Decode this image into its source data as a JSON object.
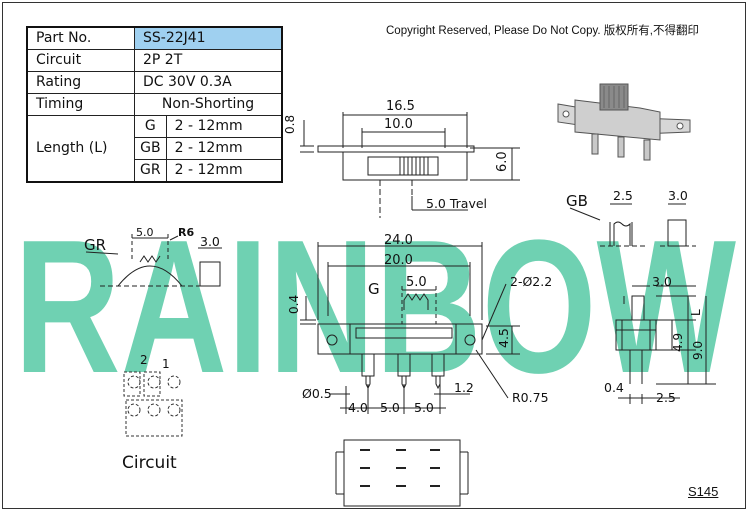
{
  "copyright": "Copyright Reserved, Please Do Not Copy. 版权所有,不得翻印",
  "watermark": "RAINBOW",
  "footer_code": "S145",
  "spec_table": {
    "part_no_label": "Part No.",
    "part_no_value": "SS-22J41",
    "circuit_label": "Circuit",
    "circuit_value": "2P 2T",
    "rating_label": "Rating",
    "rating_value": "DC 30V 0.3A",
    "timing_label": "Timing",
    "timing_value": "Non-Shorting",
    "length_label": "Length (L)",
    "length_rows": [
      {
        "code": "G",
        "range": "2 - 12mm"
      },
      {
        "code": "GB",
        "range": "2 - 12mm"
      },
      {
        "code": "GR",
        "range": "2 - 12mm"
      }
    ]
  },
  "dimensions": {
    "top_view_overall": "16.5",
    "top_view_inner": "10.0",
    "top_view_thickness": "0.8",
    "top_view_height": "6.0",
    "travel": "5.0 Travel",
    "gb_label": "GB",
    "gb_width": "2.5",
    "gb_height": "3.0",
    "gr_label": "GR",
    "gr_width": "5.0",
    "gr_radius": "R6",
    "gr_height": "3.0",
    "front_overall": "24.0",
    "front_inner": "20.0",
    "front_actuator": "5.0",
    "front_label_g": "G",
    "front_thickness": "0.4",
    "front_holes": "2-Ø2.2",
    "front_height": "4.5",
    "pin_dia": "Ø0.5",
    "pin_pitch_1": "4.0",
    "pin_pitch_2": "5.0",
    "pin_pitch_3": "5.0",
    "pin_width": "1.2",
    "radius": "R0.75",
    "side_top": "3.0",
    "side_l": "L",
    "side_body": "4.9",
    "side_total": "9.0",
    "side_pin": "0.4",
    "side_pitch": "2.5",
    "circuit_caption": "Circuit",
    "circuit_pole_2": "2",
    "circuit_pole_1": "1"
  },
  "colors": {
    "watermark": "#6fd1b2",
    "table_highlight": "#9fd0f0",
    "line": "#222222"
  }
}
